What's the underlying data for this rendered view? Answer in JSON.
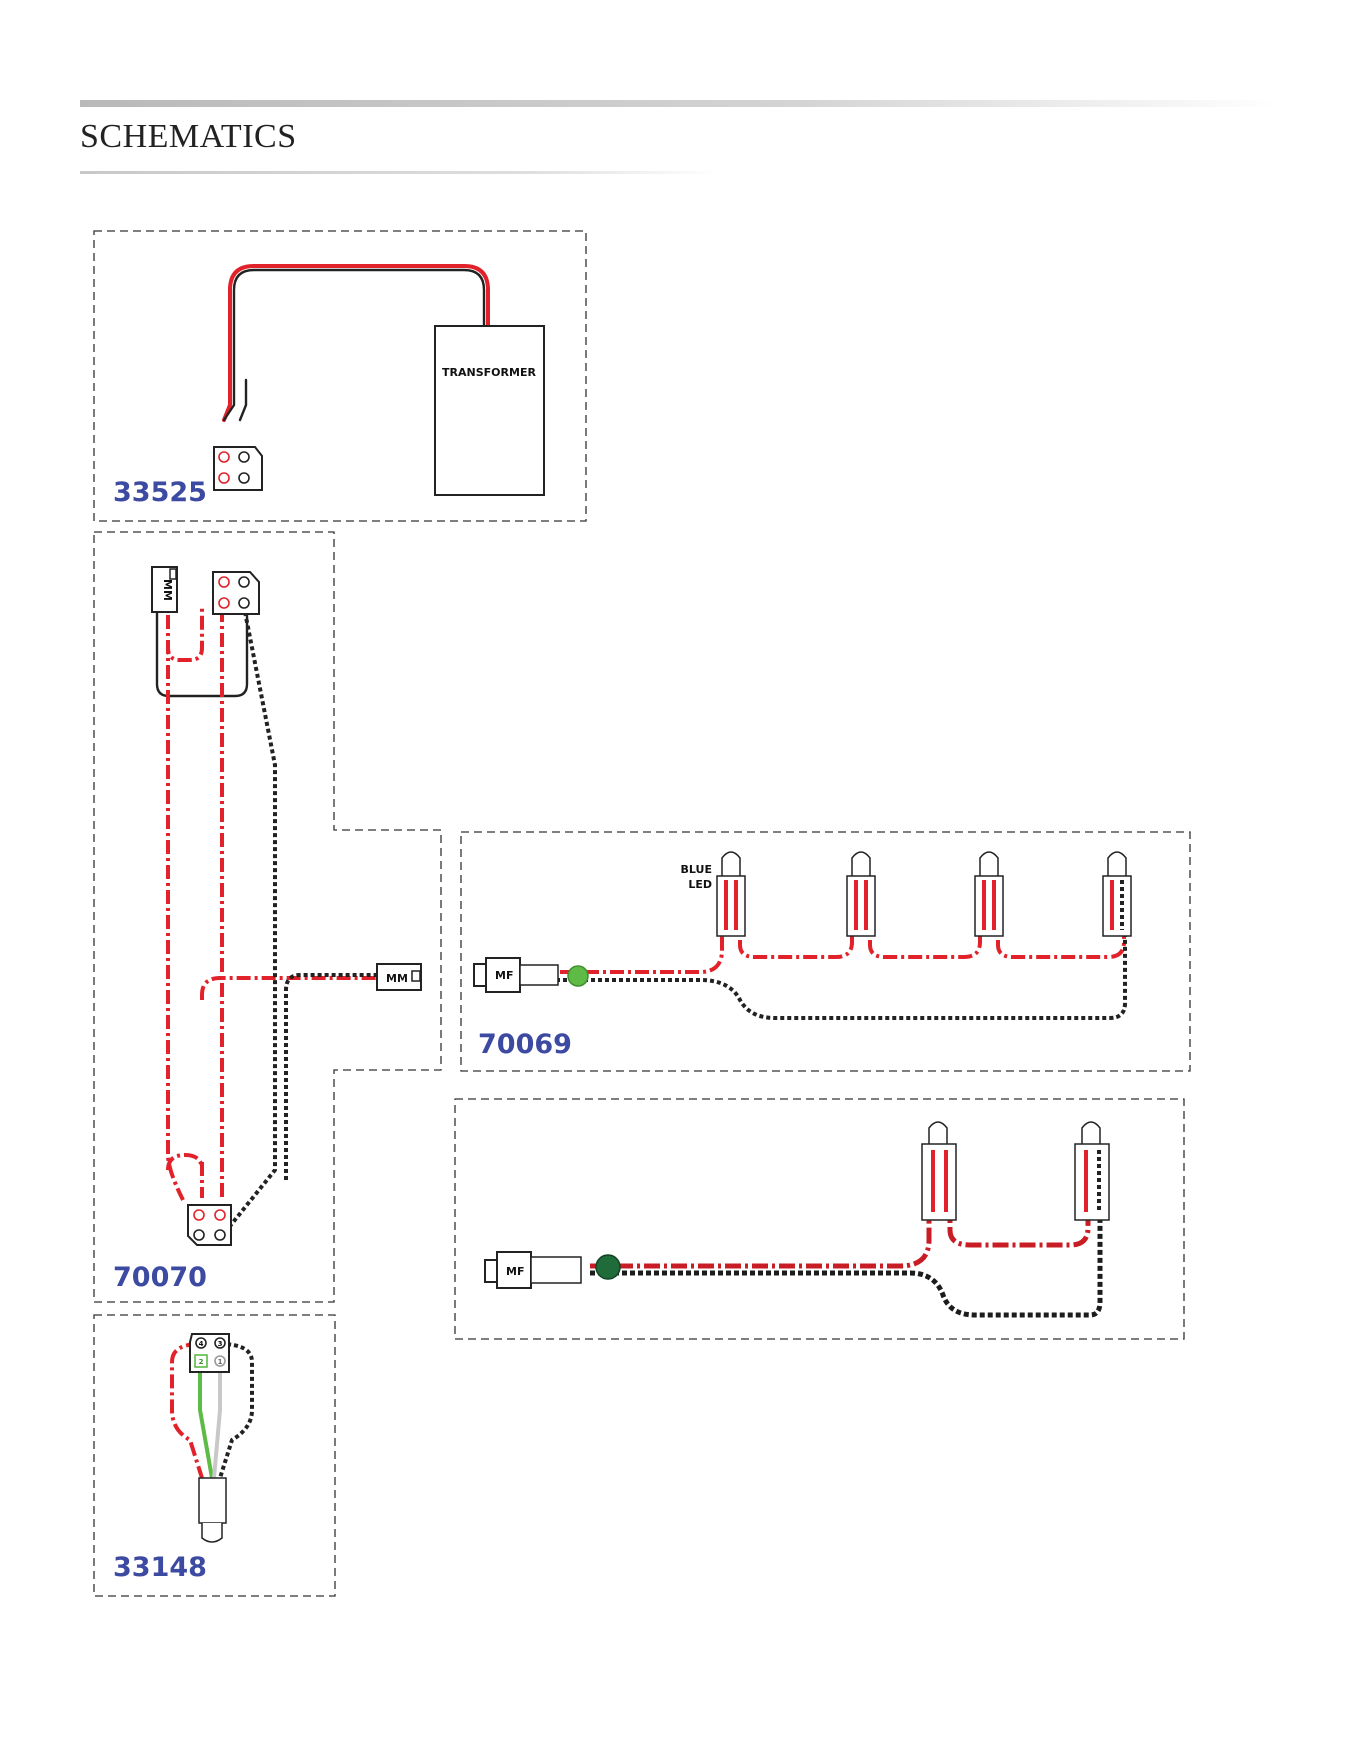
{
  "header": {
    "title": "SCHEMATICS"
  },
  "panels": {
    "p33525": {
      "label": "33525",
      "transformer_label": "TRANSFORMER"
    },
    "p70070": {
      "label": "70070",
      "connector_mm_top": "MM",
      "connector_mm_side": "MM"
    },
    "p70069": {
      "label": "70069",
      "connector_mf": "MF",
      "led_label_line1": "BLUE",
      "led_label_line2": "LED"
    },
    "p_unlabeled": {
      "connector_mf": "MF"
    },
    "p33148": {
      "label": "33148"
    }
  },
  "pin_numbers": {
    "one": "1",
    "two": "2",
    "three": "3",
    "four": "4"
  },
  "colors": {
    "wire_positive": "#e2222a",
    "wire_negative": "#222222",
    "wire_green": "#5dbb46",
    "wire_grey": "#c8c8c8",
    "panel_label": "#3d4aa1",
    "junction_light_green": "#5dbb46",
    "junction_dark_green": "#1f6b3a"
  }
}
